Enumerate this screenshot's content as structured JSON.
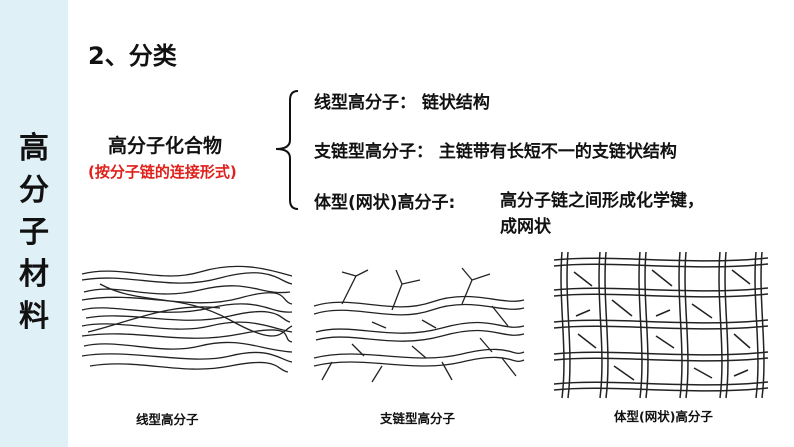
{
  "sidebar": {
    "title_chars": [
      "高",
      "分",
      "子",
      "材",
      "料"
    ]
  },
  "heading": "2、分类",
  "compound": {
    "name": "高分子化合物",
    "criterion": "(按分子链的连接形式)"
  },
  "classes": [
    {
      "label": "线型高分子：",
      "desc": "链状结构"
    },
    {
      "label": "支链型高分子：",
      "desc": "主链带有长短不一的支链状结构"
    },
    {
      "label": "体型(网状)高分子:",
      "desc_line1": "高分子链之间形成化学键，",
      "desc_line2": "成网状"
    }
  ],
  "figures": [
    {
      "caption": "线型高分子"
    },
    {
      "caption": "支链型高分子"
    },
    {
      "caption": "体型(网状)高分子"
    }
  ]
}
